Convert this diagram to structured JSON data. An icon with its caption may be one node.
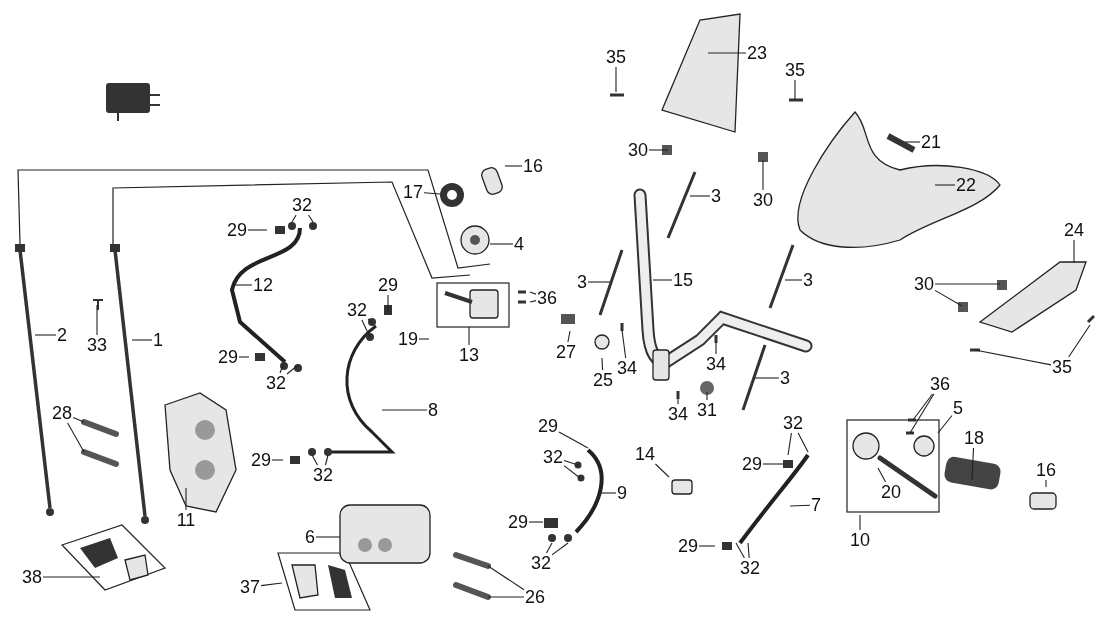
{
  "diagram": {
    "nodes": [
      {
        "text": [
          "2"
        ]
      },
      {
        "text": [
          "1"
        ]
      },
      {
        "text": [
          "33"
        ]
      },
      {
        "text": [
          "28"
        ]
      },
      {
        "text": [
          "11"
        ]
      },
      {
        "text": [
          "38"
        ]
      },
      {
        "text": [
          "37"
        ]
      },
      {
        "text": [
          "6"
        ]
      },
      {
        "text": [
          "26"
        ]
      },
      {
        "text": [
          "29"
        ]
      },
      {
        "text": [
          "32"
        ]
      },
      {
        "text": [
          "12"
        ]
      },
      {
        "text": [
          "29"
        ]
      },
      {
        "text": [
          "32"
        ]
      },
      {
        "text": [
          "32"
        ]
      },
      {
        "text": [
          "29"
        ]
      },
      {
        "text": [
          "19"
        ]
      },
      {
        "text": [
          "13"
        ]
      },
      {
        "text": [
          "36"
        ]
      },
      {
        "text": [
          "17"
        ]
      },
      {
        "text": [
          "16"
        ]
      },
      {
        "text": [
          "4"
        ]
      },
      {
        "text": [
          "8"
        ]
      },
      {
        "text": [
          "29"
        ]
      },
      {
        "text": [
          "32"
        ]
      },
      {
        "text": [
          "29"
        ]
      },
      {
        "text": [
          "32"
        ]
      },
      {
        "text": [
          "9"
        ]
      },
      {
        "text": [
          "29"
        ]
      },
      {
        "text": [
          "32"
        ]
      },
      {
        "text": [
          "14"
        ]
      },
      {
        "text": [
          "29"
        ]
      },
      {
        "text": [
          "32"
        ]
      },
      {
        "text": [
          "29"
        ]
      },
      {
        "text": [
          "32"
        ]
      },
      {
        "text": [
          "7"
        ]
      },
      {
        "text": [
          "10"
        ]
      },
      {
        "text": [
          "20"
        ]
      },
      {
        "text": [
          "36"
        ]
      },
      {
        "text": [
          "5"
        ]
      },
      {
        "text": [
          "18"
        ]
      },
      {
        "text": [
          "16"
        ]
      },
      {
        "text": [
          "3"
        ]
      },
      {
        "text": [
          "15"
        ]
      },
      {
        "text": [
          "3"
        ]
      },
      {
        "text": [
          "3"
        ]
      },
      {
        "text": [
          "3"
        ]
      },
      {
        "text": [
          "27"
        ]
      },
      {
        "text": [
          "25"
        ]
      },
      {
        "text": [
          "34"
        ]
      },
      {
        "text": [
          "34"
        ]
      },
      {
        "text": [
          "34"
        ]
      },
      {
        "text": [
          "31"
        ]
      },
      {
        "text": [
          "35"
        ]
      },
      {
        "text": [
          "23"
        ]
      },
      {
        "text": [
          "35"
        ]
      },
      {
        "text": [
          "30"
        ]
      },
      {
        "text": [
          "30"
        ]
      },
      {
        "text": [
          "21"
        ]
      },
      {
        "text": [
          "22"
        ]
      },
      {
        "text": [
          "24"
        ]
      },
      {
        "text": [
          "30"
        ]
      },
      {
        "text": [
          "35"
        ]
      }
    ],
    "edges": [
      {
        "from": 0,
        "to": null,
        "arrow": "none"
      },
      {
        "from": 1,
        "to": null,
        "arrow": "none"
      },
      {
        "from": 2,
        "to": null,
        "arrow": "none"
      },
      {
        "from": 3,
        "to": null,
        "arrow": "none"
      },
      {
        "from": 3,
        "to": null,
        "arrow": "none"
      },
      {
        "from": 4,
        "to": null,
        "arrow": "none"
      },
      {
        "from": 5,
        "to": null,
        "arrow": "none"
      },
      {
        "from": 6,
        "to": null,
        "arrow": "none"
      },
      {
        "from": 7,
        "to": null,
        "arrow": "none"
      },
      {
        "from": 8,
        "to": null,
        "arrow": "none"
      },
      {
        "from": 8,
        "to": null,
        "arrow": "none"
      },
      {
        "from": 9,
        "to": null,
        "arrow": "none"
      },
      {
        "from": 10,
        "to": null,
        "arrow": "none"
      },
      {
        "from": 10,
        "to": null,
        "arrow": "none"
      },
      {
        "from": 11,
        "to": null,
        "arrow": "none"
      },
      {
        "from": 12,
        "to": null,
        "arrow": "none"
      },
      {
        "from": 13,
        "to": null,
        "arrow": "none"
      },
      {
        "from": 13,
        "to": null,
        "arrow": "none"
      },
      {
        "from": 14,
        "to": null,
        "arrow": "none"
      },
      {
        "from": 14,
        "to": null,
        "arrow": "none"
      },
      {
        "from": 15,
        "to": null,
        "arrow": "none"
      },
      {
        "from": 16,
        "to": null,
        "arrow": "none"
      },
      {
        "from": 17,
        "to": null,
        "arrow": "none"
      },
      {
        "from": 18,
        "to": null,
        "arrow": "none"
      },
      {
        "from": 18,
        "to": null,
        "arrow": "none"
      },
      {
        "from": 19,
        "to": null,
        "arrow": "none"
      },
      {
        "from": 20,
        "to": null,
        "arrow": "none"
      },
      {
        "from": 21,
        "to": null,
        "arrow": "none"
      },
      {
        "from": 22,
        "to": null,
        "arrow": "none"
      },
      {
        "from": 23,
        "to": null,
        "arrow": "none"
      },
      {
        "from": 24,
        "to": null,
        "arrow": "none"
      },
      {
        "from": 24,
        "to": null,
        "arrow": "none"
      },
      {
        "from": 25,
        "to": null,
        "arrow": "none"
      },
      {
        "from": 26,
        "to": null,
        "arrow": "none"
      },
      {
        "from": 26,
        "to": null,
        "arrow": "none"
      },
      {
        "from": 27,
        "to": null,
        "arrow": "none"
      },
      {
        "from": 28,
        "to": null,
        "arrow": "none"
      },
      {
        "from": 29,
        "to": null,
        "arrow": "none"
      },
      {
        "from": 29,
        "to": null,
        "arrow": "none"
      },
      {
        "from": 30,
        "to": null,
        "arrow": "none"
      },
      {
        "from": 31,
        "to": null,
        "arrow": "none"
      },
      {
        "from": 32,
        "to": null,
        "arrow": "none"
      },
      {
        "from": 32,
        "to": null,
        "arrow": "none"
      },
      {
        "from": 33,
        "to": null,
        "arrow": "none"
      },
      {
        "from": 34,
        "to": null,
        "arrow": "none"
      },
      {
        "from": 34,
        "to": null,
        "arrow": "none"
      },
      {
        "from": 35,
        "to": null,
        "arrow": "none"
      },
      {
        "from": 36,
        "to": null,
        "arrow": "none"
      },
      {
        "from": 37,
        "to": null,
        "arrow": "none"
      },
      {
        "from": 38,
        "to": null,
        "arrow": "none"
      },
      {
        "from": 38,
        "to": null,
        "arrow": "none"
      },
      {
        "from": 39,
        "to": null,
        "arrow": "none"
      },
      {
        "from": 40,
        "to": null,
        "arrow": "none"
      },
      {
        "from": 41,
        "to": null,
        "arrow": "none"
      },
      {
        "from": 42,
        "to": null,
        "arrow": "none"
      },
      {
        "from": 43,
        "to": null,
        "arrow": "none"
      },
      {
        "from": 44,
        "to": null,
        "arrow": "none"
      },
      {
        "from": 45,
        "to": null,
        "arrow": "none"
      },
      {
        "from": 46,
        "to": null,
        "arrow": "none"
      },
      {
        "from": 47,
        "to": null,
        "arrow": "none"
      },
      {
        "from": 48,
        "to": null,
        "arrow": "none"
      },
      {
        "from": 49,
        "to": null,
        "arrow": "none"
      },
      {
        "from": 50,
        "to": null,
        "arrow": "none"
      },
      {
        "from": 51,
        "to": null,
        "arrow": "none"
      },
      {
        "from": 52,
        "to": null,
        "arrow": "none"
      },
      {
        "from": 53,
        "to": null,
        "arrow": "none"
      },
      {
        "from": 54,
        "to": null,
        "arrow": "none"
      },
      {
        "from": 55,
        "to": null,
        "arrow": "none"
      },
      {
        "from": 56,
        "to": null,
        "arrow": "none"
      },
      {
        "from": 57,
        "to": null,
        "arrow": "none"
      },
      {
        "from": 58,
        "to": null,
        "arrow": "none"
      },
      {
        "from": 59,
        "to": null,
        "arrow": "none"
      },
      {
        "from": 60,
        "to": null,
        "arrow": "none"
      },
      {
        "from": 61,
        "to": null,
        "arrow": "none"
      },
      {
        "from": 61,
        "to": null,
        "arrow": "none"
      },
      {
        "from": 62,
        "to": null,
        "arrow": "none"
      },
      {
        "from": 62,
        "to": null,
        "arrow": "none"
      }
    ]
  }
}
